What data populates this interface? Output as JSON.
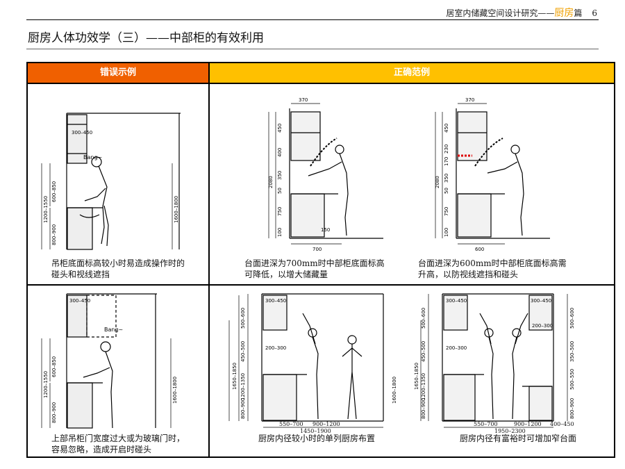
{
  "header": {
    "text": "居室内储藏空间设计研究——",
    "section": "厨房",
    "suffix": "篇",
    "page": "6"
  },
  "title": "厨房人体功效学（三）——中部柜的有效利用",
  "columns": {
    "wrong": "错误示例",
    "right": "正确范例"
  },
  "row1": {
    "wrong_caption": "吊柜底面标高较小时易造成操作时的碰头和视线遮挡",
    "right1_caption": "台面进深为700mm时中部柜底面标高可降低，以增大储藏量",
    "right2_caption": "台面进深为600mm时中部柜底面标高需升高，以防视线遮挡和碰头"
  },
  "row2": {
    "wrong_caption": "上部吊柜门宽度过大或为玻璃门时，容易忽略，造成开启时碰头",
    "right1_caption": "厨房内径较小时的单列厨房布置",
    "right2_caption": "厨房内径有富裕时可增加窄台面"
  },
  "dims": {
    "d300_450": "300–450",
    "bang": "Bang~",
    "d600_850": "600–850",
    "d1200_1550": "1200–1550",
    "d800_900": "800–900",
    "d1600_1800": "1600–1800",
    "d370": "370",
    "d450": "450",
    "d400": "400",
    "d350": "350",
    "d50": "50",
    "d750": "750",
    "d100": "100",
    "d2080": "2080",
    "d150": "150",
    "d700": "700",
    "d600": "600",
    "d170": "170",
    "d230": "230",
    "d500_600": "500–600",
    "d450_500": "450–500",
    "d1650_1850": "1650–1850",
    "d1200_1350": "1200–1350",
    "d200_300": "200–300",
    "d550_700": "550–700",
    "d900_1200": "900–1200",
    "d1450_1900": "1450–1900",
    "d400_450": "400–450",
    "d1950_2300": "1950–2300",
    "d350_500": "350–500",
    "d500_550": "500–550"
  }
}
